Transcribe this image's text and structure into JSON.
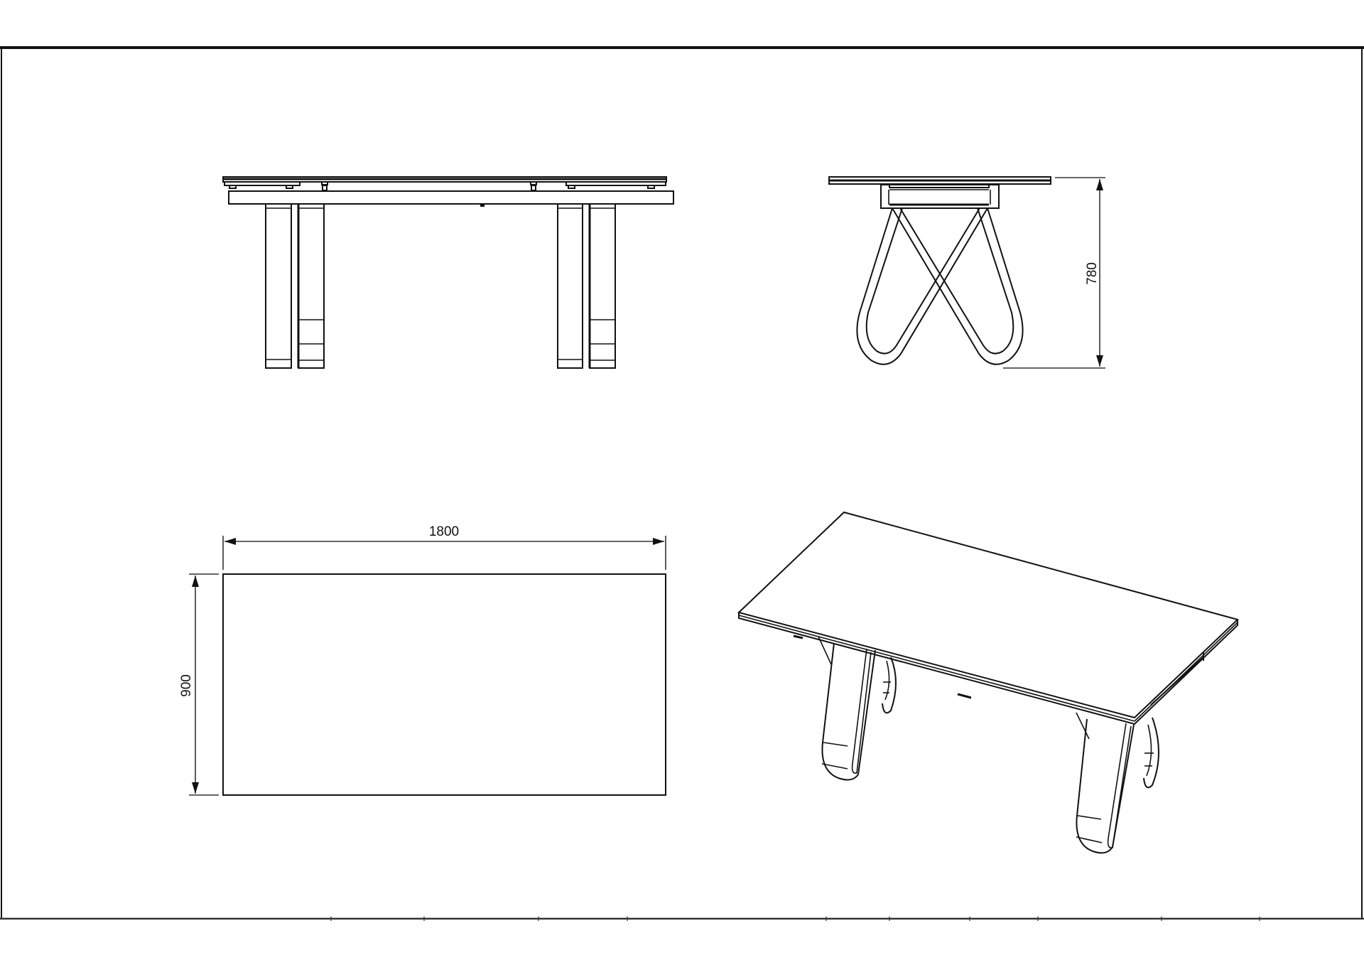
{
  "sheet": {
    "title_block_present": true,
    "views": {
      "front": {
        "label": "front-elevation"
      },
      "side": {
        "label": "side-elevation"
      },
      "top": {
        "label": "plan-view"
      },
      "iso": {
        "label": "isometric-view"
      }
    }
  },
  "dimensions": {
    "length": "1800",
    "width": "900",
    "height": "780"
  },
  "colors": {
    "line": "#111111",
    "background": "#ffffff",
    "dimension_line": "#333333"
  }
}
